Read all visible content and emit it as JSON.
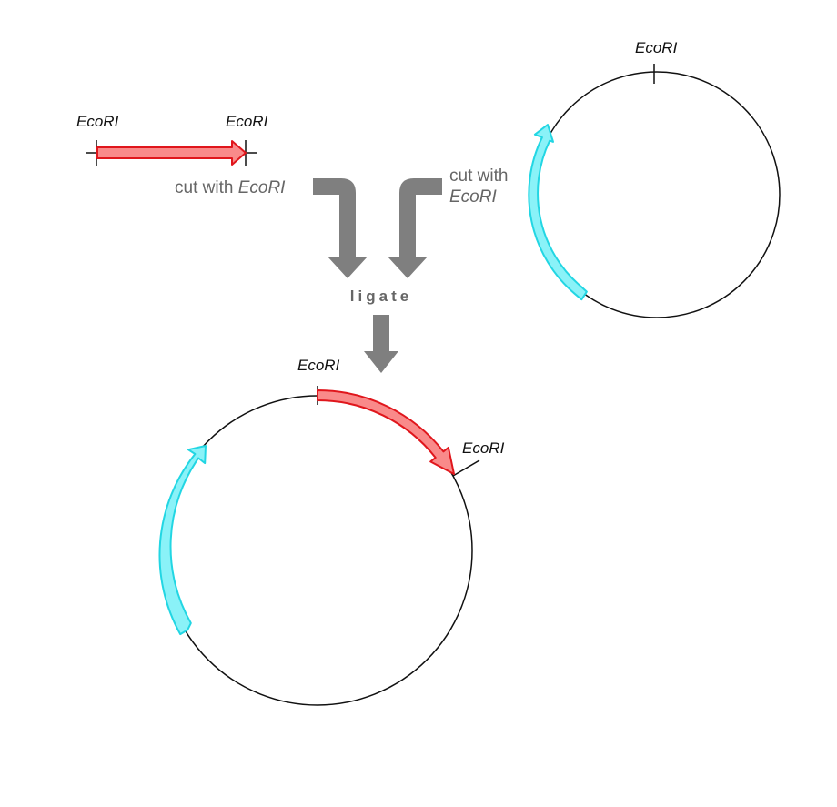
{
  "insert": {
    "site_left": "EcoRI",
    "site_right": "EcoRI",
    "cut_text": "cut with ",
    "cut_enzyme": "EcoRI"
  },
  "vector": {
    "site": "EcoRI",
    "cut_text": "cut with",
    "cut_enzyme": "EcoRI"
  },
  "ligate_label": "ligate",
  "product": {
    "site_top": "EcoRI",
    "site_right": "EcoRI"
  },
  "colors": {
    "insert_fill": "#f98a8a",
    "insert_stroke": "#e0161c",
    "marker_fill": "#8af2f8",
    "marker_stroke": "#22d6e3",
    "process_arrow": "#7f7f7f",
    "backbone": "#111111"
  }
}
